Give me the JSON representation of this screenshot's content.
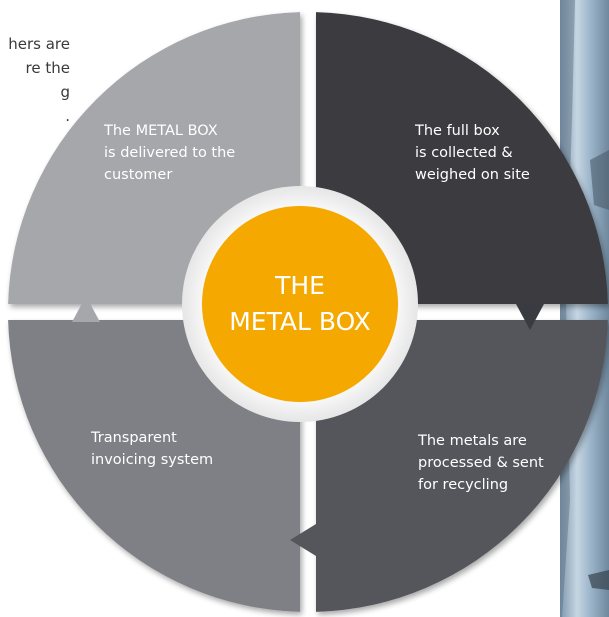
{
  "background_text": {
    "lines": [
      "hers are",
      "re the",
      "g",
      "."
    ]
  },
  "cycle": {
    "center": {
      "title_line1": "THE",
      "title_line2": "METAL BOX",
      "color": "#F4A800"
    },
    "steps": [
      {
        "text": "The METAL BOX\nis delivered to the\ncustomer",
        "color": "#A6A7AA"
      },
      {
        "text": "The full box\nis collected &\nweighed on site",
        "color": "#3A3B40"
      },
      {
        "text": "The metals are\nprocessed & sent\nfor recycling",
        "color": "#55565C"
      },
      {
        "text": "Transparent\ninvoicing system",
        "color": "#7F8085"
      }
    ]
  },
  "colors": {
    "ring_inner": "#FFFFFF",
    "photo_strip": "#9FB7CC"
  }
}
